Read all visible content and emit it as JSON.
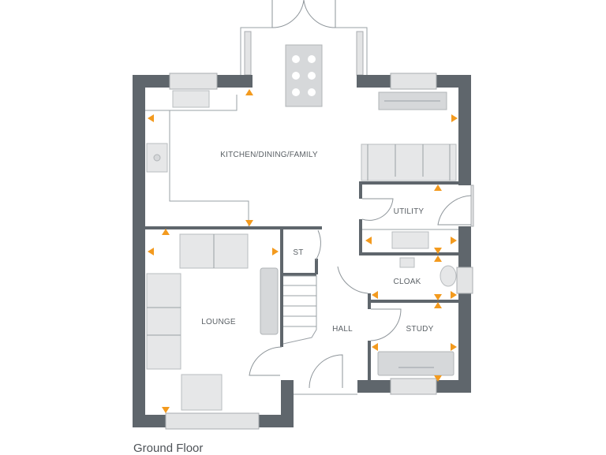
{
  "plan": {
    "title": "Ground Floor",
    "rooms": {
      "kitchen": "KITCHEN/DINING/FAMILY",
      "utility": "UTILITY",
      "st": "ST",
      "cloak": "CLOAK",
      "lounge": "LOUNGE",
      "hall": "HALL",
      "study": "STUDY"
    },
    "colors": {
      "wall": "#5f666c",
      "arrow": "#f39a1e",
      "furniture": "#e6e7e8"
    }
  }
}
